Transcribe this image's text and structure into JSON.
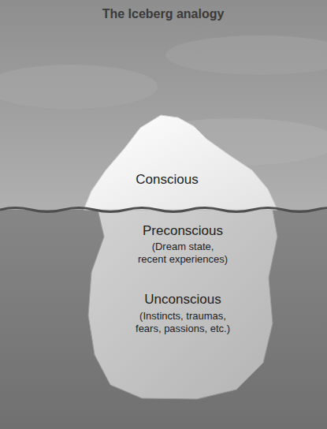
{
  "diagram": {
    "title": "The Iceberg analogy",
    "labels": [
      "Conscious",
      "Preconscious",
      "(Dream state, recent experiences)",
      "Unconscious",
      "(Instincts, traumas, fears, passions, etc.)"
    ]
  }
}
